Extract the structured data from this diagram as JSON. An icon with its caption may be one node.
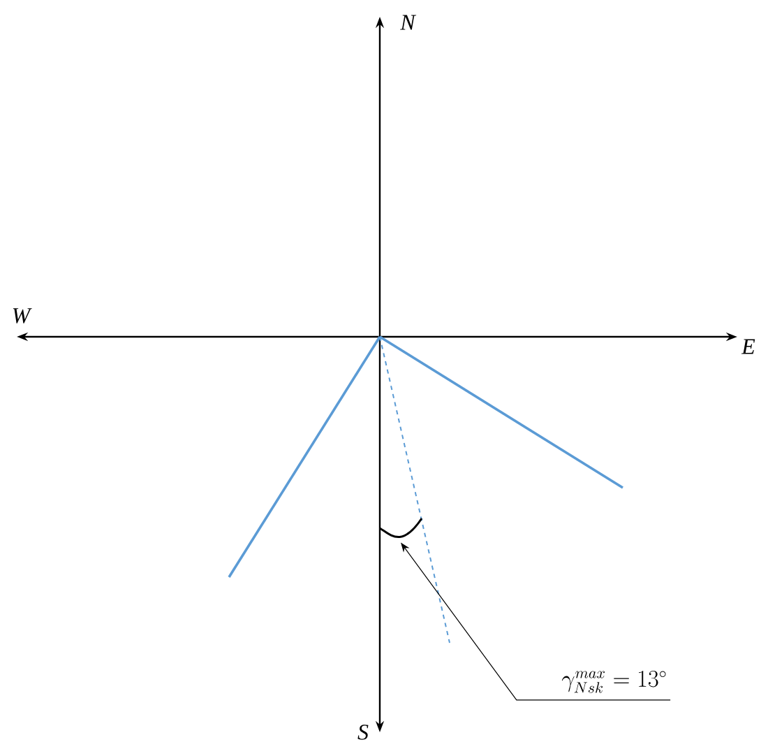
{
  "diagram": {
    "nodes": [
      {
        "text": [
          "\\gamma_{Nsk}^{max} = 13^{\\circ}"
        ]
      },
      {
        "text": [],
        "shape": "arc"
      }
    ],
    "edges": [
      {
        "from": 0,
        "to": 1,
        "arrow": "to"
      }
    ],
    "labels": [
      "N",
      "W",
      "E",
      "S"
    ]
  }
}
